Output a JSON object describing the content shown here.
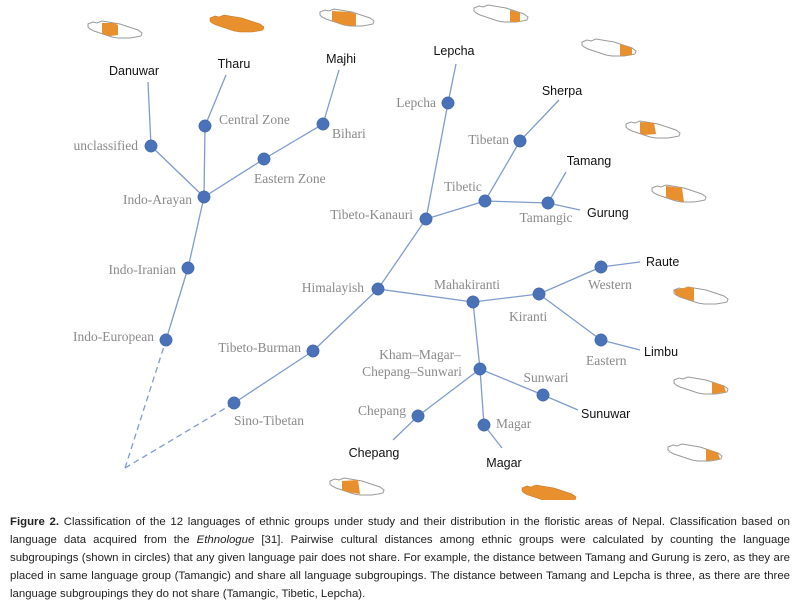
{
  "labels": {
    "danuwar": "Danuwar",
    "tharu": "Tharu",
    "majhi": "Majhi",
    "lepcha_leaf": "Lepcha",
    "lepcha_node": "Lepcha",
    "sherpa": "Sherpa",
    "tibetan": "Tibetan",
    "tamang": "Tamang",
    "tibetic": "Tibetic",
    "tamangic": "Tamangic",
    "gurung": "Gurung",
    "central_zone": "Central Zone",
    "bihari": "Bihari",
    "unclassified": "unclassified",
    "eastern_zone": "Eastern Zone",
    "indo_arayan": "Indo-Arayan",
    "tibeto_kanauri": "Tibeto-Kanauri",
    "indo_iranian": "Indo-Iranian",
    "himalayish": "Himalayish",
    "mahakiranti": "Mahakiranti",
    "raute": "Raute",
    "western": "Western",
    "kiranti": "Kiranti",
    "indo_european": "Indo-European",
    "tibeto_burman": "Tibeto-Burman",
    "khm_line1": "Kham–Magar–",
    "khm_line2": "Chepang–Sunwari",
    "eastern": "Eastern",
    "limbu": "Limbu",
    "sunwari": "Sunwari",
    "chepang_node": "Chepang",
    "sunuwar": "Sunuwar",
    "sino_tibetan": "Sino-Tibetan",
    "magar_node": "Magar",
    "chepang_leaf": "Chepang",
    "magar_leaf": "Magar"
  },
  "caption": {
    "label": "Figure 2.",
    "part1": " Classification of the 12 languages of ethnic groups under study and their distribution in the floristic areas of Nepal. Classification based on language data acquired from the ",
    "source_title": "Ethnologue",
    "part2": " [31]. Pairwise cultural distances among ethnic groups were calculated by counting the language subgroupings (shown in circles) that any given language pair does not share. For example, the distance between Tamang and Gurung is zero, as they are placed in same language group (Tamangic) and share all language subgroupings. The distance between Tamang and Lepcha is three, as there are three language subgroupings they do not share (Tamangic, Tibetic, Lepcha)."
  },
  "colors": {
    "node": "#4a72b8",
    "edge": "#7f9ccd",
    "map_highlight": "#e8902e",
    "internal_label": "#8a8a8a",
    "leaf_label": "#111111"
  }
}
